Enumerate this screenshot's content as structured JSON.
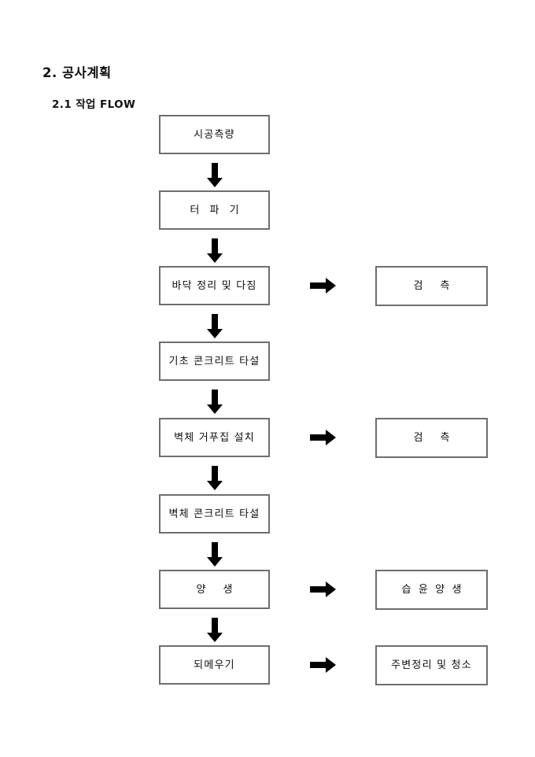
{
  "document": {
    "heading_1": "2. 공사계획",
    "heading_2": "2.1 작업 FLOW"
  },
  "flowchart": {
    "title": "작업 FLOW",
    "border_color": "#6e6e6e",
    "arrow_color": "#000000",
    "main_steps": [
      {
        "id": "step-1",
        "label": "시공측량"
      },
      {
        "id": "step-2",
        "label": "터 파 기"
      },
      {
        "id": "step-3",
        "label": "바닥 정리 및 다짐"
      },
      {
        "id": "step-4",
        "label": "기초 콘크리트 타설"
      },
      {
        "id": "step-5",
        "label": "벽체 거푸집 설치"
      },
      {
        "id": "step-6",
        "label": "벽체 콘크리트 타설"
      },
      {
        "id": "step-7",
        "label": "양    생"
      },
      {
        "id": "step-8",
        "label": "되메우기"
      }
    ],
    "side_steps": [
      {
        "id": "side-1",
        "label": "검    측",
        "from": "step-3"
      },
      {
        "id": "side-2",
        "label": "검    측",
        "from": "step-5"
      },
      {
        "id": "side-3",
        "label": "습 윤 양 생",
        "from": "step-7"
      },
      {
        "id": "side-4",
        "label": "주변정리 및 청소",
        "from": "step-8"
      }
    ],
    "down_arrow_count": 7,
    "right_arrow_count": 4
  }
}
